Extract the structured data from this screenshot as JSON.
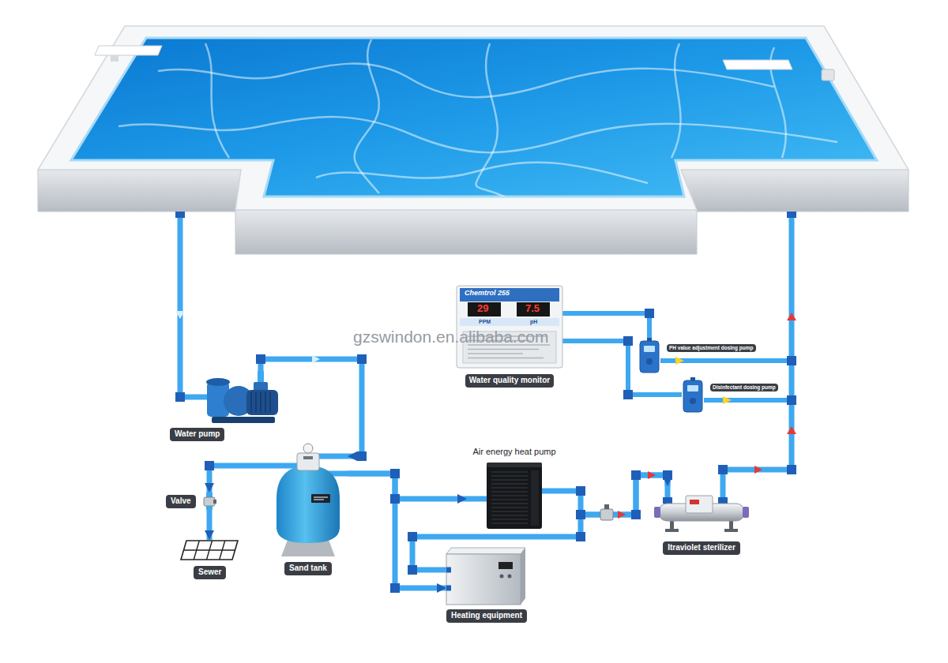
{
  "diagram": {
    "nodes": [
      {
        "text": [
          "Water quality monitor"
        ]
      },
      {
        "text": [
          "PH value adjustment dosing pump"
        ]
      },
      {
        "text": [
          "Disinfectant dosing pump"
        ]
      },
      {
        "text": [
          "Water pump"
        ]
      },
      {
        "text": [
          "Sand tank"
        ]
      },
      {
        "text": [
          "Valve"
        ]
      },
      {
        "text": [
          "Air energy heat pump"
        ]
      },
      {
        "text": [
          "Itraviolet sterilizer"
        ]
      },
      {
        "text": [
          "Sewer"
        ]
      },
      {
        "text": [
          "Heating equipment"
        ]
      }
    ],
    "edges": [
      {
        "from": 3,
        "to": 4,
        "arrow": "to"
      },
      {
        "from": 4,
        "to": 5,
        "arrow": "to"
      },
      {
        "from": 5,
        "to": 8,
        "arrow": "to"
      },
      {
        "from": 4,
        "to": 6,
        "arrow": "to"
      },
      {
        "from": 4,
        "to": 9,
        "arrow": "to"
      },
      {
        "from": 6,
        "to": 7,
        "arrow": "to"
      },
      {
        "from": 9,
        "to": 7,
        "arrow": "to"
      },
      {
        "from": 0,
        "to": 1,
        "arrow": "none"
      },
      {
        "from": 0,
        "to": 2,
        "arrow": "none"
      }
    ],
    "labels": [
      "gzswindon.en.alibaba.com",
      "Chemtrol 255",
      "29",
      "7.5",
      "PPM",
      "pH"
    ]
  }
}
